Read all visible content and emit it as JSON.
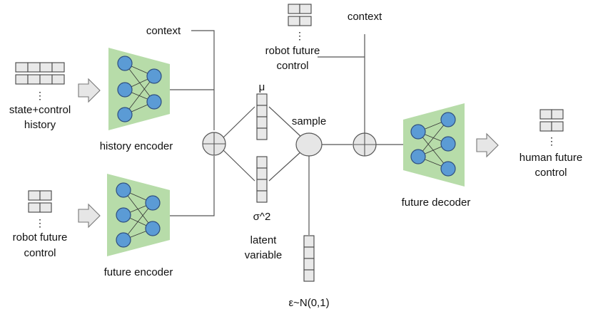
{
  "labels": {
    "context_left": "context",
    "context_right": "context",
    "state_control_history_line1": "state+control",
    "state_control_history_line2": "history",
    "history_encoder": "history encoder",
    "robot_future_control_left_line1": "robot future",
    "robot_future_control_left_line2": "control",
    "future_encoder": "future encoder",
    "robot_future_control_top_line1": "robot future",
    "robot_future_control_top_line2": "control",
    "mu": "μ",
    "sigma_sq": "σ^2",
    "latent_variable_line1": "latent",
    "latent_variable_line2": "variable",
    "sample": "sample",
    "epsilon": "ε~N(0,1)",
    "future_decoder": "future decoder",
    "human_future_control_line1": "human future",
    "human_future_control_line2": "control",
    "ellipsis": "⋮"
  },
  "colors": {
    "network_fill": "#b7dca9",
    "neuron_fill": "#5b9bd5",
    "vector_cell_fill": "#e9e9e9",
    "arrow_fill": "#e6e6e6",
    "wire": "#555555"
  },
  "icons": {
    "neural_network": "trapezoid-network-icon",
    "input_arrow": "block-arrow-right-icon",
    "concat": "circled-plus-icon"
  }
}
